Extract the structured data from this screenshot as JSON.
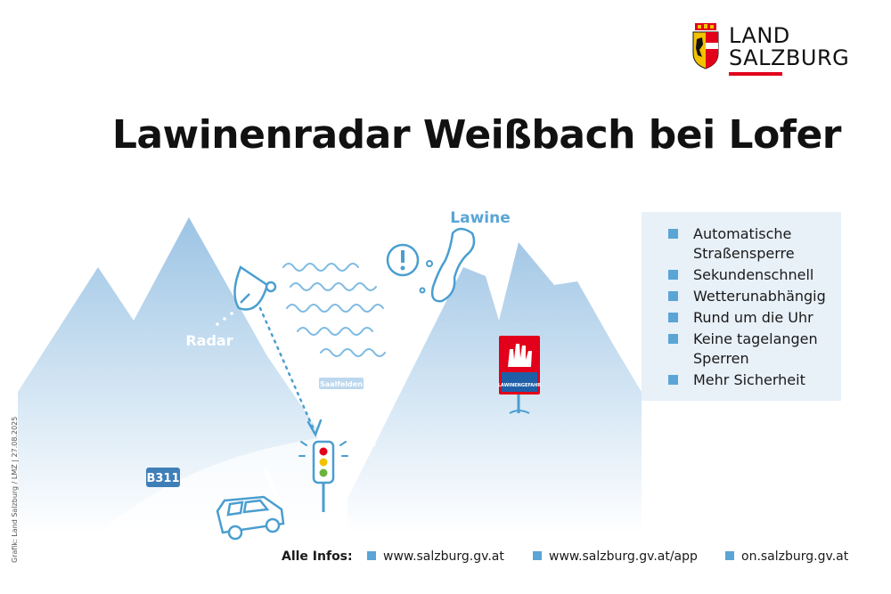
{
  "header": {
    "logo_line1": "LAND",
    "logo_line2": "SALZBURG",
    "title": "Lawinenradar Weißbach bei Lofer"
  },
  "illustration": {
    "lawine_label": "Lawine",
    "radar_label": "Radar",
    "saalfelden_sign": "Saalfelden",
    "road_sign": "B311",
    "warning_sign_text": "LAWINENGEFAHR"
  },
  "benefits": {
    "items": [
      "Automatische Straßensperre",
      "Sekundenschnell",
      "Wetterunabhängig",
      "Rund um die Uhr",
      "Keine tagelangen Sperren",
      "Mehr Sicherheit"
    ]
  },
  "footer": {
    "label": "Alle Infos:",
    "links": [
      "www.salzburg.gv.at",
      "www.salzburg.gv.at/app",
      "on.salzburg.gv.at"
    ]
  },
  "credit": "Grafik: Land Salzburg / LMZ | 27.08.2025",
  "colors": {
    "accent_blue": "#5aa5d6",
    "outline_blue": "#4a9ed0",
    "brand_red": "#e2001a",
    "panel_bg": "#e8f0f8"
  }
}
